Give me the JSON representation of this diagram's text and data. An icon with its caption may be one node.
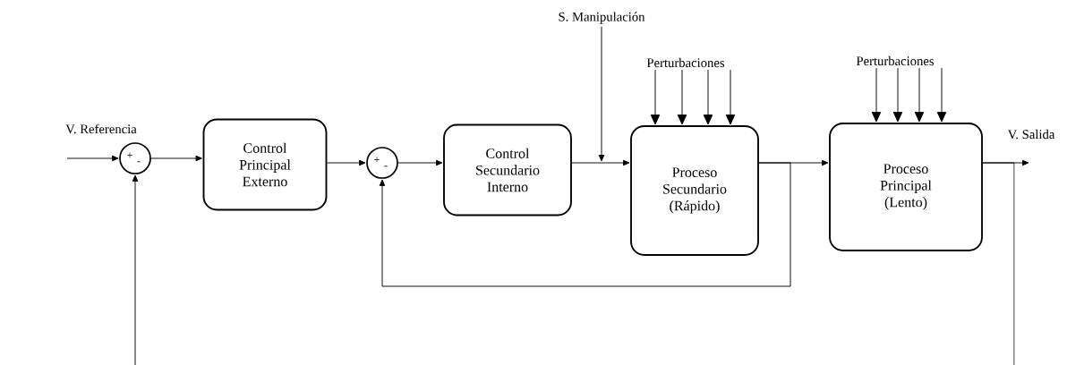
{
  "diagram": {
    "nodes": [
      {
        "text": [
          "+",
          "-"
        ]
      },
      {
        "text": [
          "Control Principal Externo"
        ]
      },
      {
        "text": [
          "+",
          "-"
        ]
      },
      {
        "text": [
          "Control Secundario Interno"
        ]
      },
      {
        "text": [
          "Proceso Secundario (Rápido)"
        ]
      },
      {
        "text": [
          "Proceso Principal (Lento)"
        ]
      },
      {
        "text": [
          "S. Manipulación"
        ]
      },
      {
        "text": [
          "Perturbaciones"
        ]
      },
      {
        "text": [
          "Perturbaciones"
        ]
      }
    ],
    "edges": [
      {
        "from": null,
        "to": 0,
        "arrow": "to",
        "label": "V. Referencia"
      },
      {
        "from": 0,
        "to": 1,
        "arrow": "to"
      },
      {
        "from": 1,
        "to": 2,
        "arrow": "to"
      },
      {
        "from": 2,
        "to": 3,
        "arrow": "to"
      },
      {
        "from": 3,
        "to": 4,
        "arrow": "to"
      },
      {
        "from": 6,
        "to": null,
        "arrow": "to"
      },
      {
        "from": 7,
        "to": 4,
        "arrow": "to"
      },
      {
        "from": 7,
        "to": 4,
        "arrow": "to"
      },
      {
        "from": 7,
        "to": 4,
        "arrow": "to"
      },
      {
        "from": 7,
        "to": 4,
        "arrow": "to"
      },
      {
        "from": 8,
        "to": 5,
        "arrow": "to"
      },
      {
        "from": 8,
        "to": 5,
        "arrow": "to"
      },
      {
        "from": 8,
        "to": 5,
        "arrow": "to"
      },
      {
        "from": 8,
        "to": 5,
        "arrow": "to"
      },
      {
        "from": 4,
        "to": 5,
        "arrow": "to"
      },
      {
        "from": 4,
        "to": 2,
        "arrow": "to"
      },
      {
        "from": 5,
        "to": null,
        "arrow": "to",
        "label": "V. Salida"
      },
      {
        "from": 5,
        "to": null,
        "arrow": "none"
      },
      {
        "from": null,
        "to": 0,
        "arrow": "to"
      }
    ]
  }
}
